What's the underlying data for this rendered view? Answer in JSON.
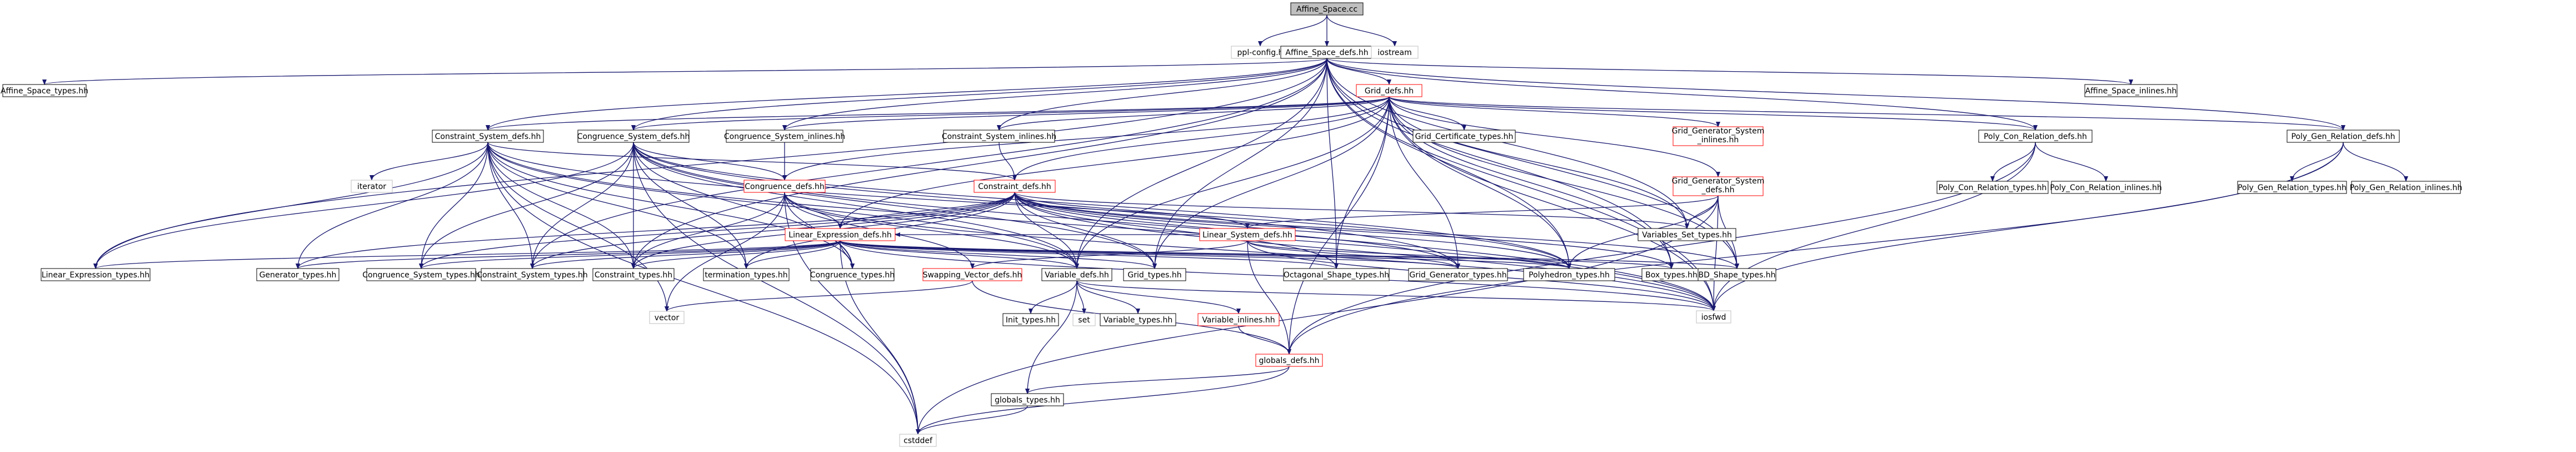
{
  "graph": {
    "colors": {
      "node_fill": "#ffffff",
      "node_border_black": "#000000",
      "node_border_red": "#ff0000",
      "node_border_gray": "#bfbfbf",
      "root_fill": "#bfbfbf",
      "edge": "#191970"
    },
    "nodes": [
      {
        "id": "root",
        "lines": [
          "Affine_Space.cc"
        ],
        "style": "root"
      },
      {
        "id": "pplconfig",
        "lines": [
          "ppl-config.h"
        ],
        "style": "gray"
      },
      {
        "id": "asdefs",
        "lines": [
          "Affine_Space_defs.hh"
        ],
        "style": "black"
      },
      {
        "id": "iostream",
        "lines": [
          "iostream"
        ],
        "style": "gray"
      },
      {
        "id": "astypes",
        "lines": [
          "Affine_Space_types.hh"
        ],
        "style": "black"
      },
      {
        "id": "asinlines",
        "lines": [
          "Affine_Space_inlines.hh"
        ],
        "style": "black"
      },
      {
        "id": "griddefs",
        "lines": [
          "Grid_defs.hh"
        ],
        "style": "red"
      },
      {
        "id": "csdefs",
        "lines": [
          "Constraint_System_defs.hh"
        ],
        "style": "black"
      },
      {
        "id": "cgsdefs",
        "lines": [
          "Congruence_System_defs.hh"
        ],
        "style": "black"
      },
      {
        "id": "cgsinl",
        "lines": [
          "Congruence_System_inlines.hh"
        ],
        "style": "black"
      },
      {
        "id": "csinl",
        "lines": [
          "Constraint_System_inlines.hh"
        ],
        "style": "black"
      },
      {
        "id": "gridcert",
        "lines": [
          "Grid_Certificate_types.hh"
        ],
        "style": "black"
      },
      {
        "id": "ggsinl",
        "lines": [
          "Grid_Generator_System",
          "_inlines.hh"
        ],
        "style": "red"
      },
      {
        "id": "ggsdefs",
        "lines": [
          "Grid_Generator_System",
          "_defs.hh"
        ],
        "style": "red"
      },
      {
        "id": "pcondefs",
        "lines": [
          "Poly_Con_Relation_defs.hh"
        ],
        "style": "black"
      },
      {
        "id": "pgendefs",
        "lines": [
          "Poly_Gen_Relation_defs.hh"
        ],
        "style": "black"
      },
      {
        "id": "pcontypes",
        "lines": [
          "Poly_Con_Relation_types.hh"
        ],
        "style": "black"
      },
      {
        "id": "pconinl",
        "lines": [
          "Poly_Con_Relation_inlines.hh"
        ],
        "style": "black"
      },
      {
        "id": "pgentypes",
        "lines": [
          "Poly_Gen_Relation_types.hh"
        ],
        "style": "black"
      },
      {
        "id": "pgeninl",
        "lines": [
          "Poly_Gen_Relation_inlines.hh"
        ],
        "style": "black"
      },
      {
        "id": "iterator",
        "lines": [
          "iterator"
        ],
        "style": "gray"
      },
      {
        "id": "cgdefs",
        "lines": [
          "Congruence_defs.hh"
        ],
        "style": "red"
      },
      {
        "id": "condefs",
        "lines": [
          "Constraint_defs.hh"
        ],
        "style": "red"
      },
      {
        "id": "vstypes",
        "lines": [
          "Variables_Set_types.hh"
        ],
        "style": "black"
      },
      {
        "id": "lsdefs",
        "lines": [
          "Linear_System_defs.hh"
        ],
        "style": "red"
      },
      {
        "id": "ledefs",
        "lines": [
          "Linear_Expression_defs.hh"
        ],
        "style": "red"
      },
      {
        "id": "letypes",
        "lines": [
          "Linear_Expression_types.hh"
        ],
        "style": "black"
      },
      {
        "id": "gentypes",
        "lines": [
          "Generator_types.hh"
        ],
        "style": "black"
      },
      {
        "id": "cgstypes",
        "lines": [
          "Congruence_System_types.hh"
        ],
        "style": "black"
      },
      {
        "id": "cstypes",
        "lines": [
          "Constraint_System_types.hh"
        ],
        "style": "black"
      },
      {
        "id": "contypes",
        "lines": [
          "Constraint_types.hh"
        ],
        "style": "black"
      },
      {
        "id": "termtypes",
        "lines": [
          "termination_types.hh"
        ],
        "style": "black"
      },
      {
        "id": "cgtypes",
        "lines": [
          "Congruence_types.hh"
        ],
        "style": "black"
      },
      {
        "id": "swapdefs",
        "lines": [
          "Swapping_Vector_defs.hh"
        ],
        "style": "red"
      },
      {
        "id": "vardefs",
        "lines": [
          "Variable_defs.hh"
        ],
        "style": "black"
      },
      {
        "id": "gridtypes",
        "lines": [
          "Grid_types.hh"
        ],
        "style": "black"
      },
      {
        "id": "octtypes",
        "lines": [
          "Octagonal_Shape_types.hh"
        ],
        "style": "black"
      },
      {
        "id": "ggtypes",
        "lines": [
          "Grid_Generator_types.hh"
        ],
        "style": "black"
      },
      {
        "id": "polytypes",
        "lines": [
          "Polyhedron_types.hh"
        ],
        "style": "black"
      },
      {
        "id": "boxtypes",
        "lines": [
          "Box_types.hh"
        ],
        "style": "black"
      },
      {
        "id": "bdtypes",
        "lines": [
          "BD_Shape_types.hh"
        ],
        "style": "black"
      },
      {
        "id": "iosfwd",
        "lines": [
          "iosfwd"
        ],
        "style": "gray"
      },
      {
        "id": "vector",
        "lines": [
          "vector"
        ],
        "style": "gray"
      },
      {
        "id": "inittypes",
        "lines": [
          "Init_types.hh"
        ],
        "style": "black"
      },
      {
        "id": "set",
        "lines": [
          "set"
        ],
        "style": "gray"
      },
      {
        "id": "vartypes",
        "lines": [
          "Variable_types.hh"
        ],
        "style": "black"
      },
      {
        "id": "varinl",
        "lines": [
          "Variable_inlines.hh"
        ],
        "style": "red"
      },
      {
        "id": "globdefs",
        "lines": [
          "globals_defs.hh"
        ],
        "style": "red"
      },
      {
        "id": "globtypes",
        "lines": [
          "globals_types.hh"
        ],
        "style": "black"
      },
      {
        "id": "cstddef",
        "lines": [
          "cstddef"
        ],
        "style": "gray"
      }
    ],
    "edges": [
      [
        "root",
        "pplconfig"
      ],
      [
        "root",
        "asdefs"
      ],
      [
        "root",
        "iostream"
      ],
      [
        "asdefs",
        "astypes"
      ],
      [
        "asdefs",
        "asinlines"
      ],
      [
        "asdefs",
        "griddefs"
      ],
      [
        "asdefs",
        "csdefs"
      ],
      [
        "asdefs",
        "cgsdefs"
      ],
      [
        "asdefs",
        "cgsinl"
      ],
      [
        "asdefs",
        "csinl"
      ],
      [
        "asdefs",
        "pcondefs"
      ],
      [
        "asdefs",
        "pgendefs"
      ],
      [
        "asdefs",
        "vardefs"
      ],
      [
        "asdefs",
        "octtypes"
      ],
      [
        "asdefs",
        "polytypes"
      ],
      [
        "asdefs",
        "boxtypes"
      ],
      [
        "asdefs",
        "bdtypes"
      ],
      [
        "asdefs",
        "iosfwd"
      ],
      [
        "asdefs",
        "letypes"
      ],
      [
        "asdefs",
        "vstypes"
      ],
      [
        "asdefs",
        "cstypes"
      ],
      [
        "asdefs",
        "contypes"
      ],
      [
        "asdefs",
        "gridtypes"
      ],
      [
        "griddefs",
        "csdefs"
      ],
      [
        "griddefs",
        "cgsdefs"
      ],
      [
        "griddefs",
        "cgsinl"
      ],
      [
        "griddefs",
        "csinl"
      ],
      [
        "griddefs",
        "gridcert"
      ],
      [
        "griddefs",
        "ggsinl"
      ],
      [
        "griddefs",
        "ggsdefs"
      ],
      [
        "griddefs",
        "pcondefs"
      ],
      [
        "griddefs",
        "pgendefs"
      ],
      [
        "griddefs",
        "vstypes"
      ],
      [
        "griddefs",
        "ledefs"
      ],
      [
        "griddefs",
        "vardefs"
      ],
      [
        "griddefs",
        "gridtypes"
      ],
      [
        "griddefs",
        "ggtypes"
      ],
      [
        "griddefs",
        "polytypes"
      ],
      [
        "griddefs",
        "boxtypes"
      ],
      [
        "griddefs",
        "bdtypes"
      ],
      [
        "griddefs",
        "iosfwd"
      ],
      [
        "griddefs",
        "globdefs"
      ],
      [
        "griddefs",
        "octtypes"
      ],
      [
        "griddefs",
        "cgdefs"
      ],
      [
        "griddefs",
        "condefs"
      ],
      [
        "pcondefs",
        "pcontypes"
      ],
      [
        "pcondefs",
        "pconinl"
      ],
      [
        "pcondefs",
        "iosfwd"
      ],
      [
        "pcondefs",
        "globdefs"
      ],
      [
        "pgendefs",
        "pgentypes"
      ],
      [
        "pgendefs",
        "pgeninl"
      ],
      [
        "pgendefs",
        "iosfwd"
      ],
      [
        "pgendefs",
        "globdefs"
      ],
      [
        "csdefs",
        "iterator"
      ],
      [
        "csdefs",
        "condefs"
      ],
      [
        "csdefs",
        "letypes"
      ],
      [
        "csdefs",
        "gentypes"
      ],
      [
        "csdefs",
        "cgstypes"
      ],
      [
        "csdefs",
        "cstypes"
      ],
      [
        "csdefs",
        "contypes"
      ],
      [
        "csdefs",
        "termtypes"
      ],
      [
        "csdefs",
        "cgtypes"
      ],
      [
        "csdefs",
        "vardefs"
      ],
      [
        "csdefs",
        "polytypes"
      ],
      [
        "csdefs",
        "iosfwd"
      ],
      [
        "csdefs",
        "cstddef"
      ],
      [
        "csdefs",
        "vector"
      ],
      [
        "cgsdefs",
        "cgdefs"
      ],
      [
        "cgsdefs",
        "letypes"
      ],
      [
        "cgsdefs",
        "cgstypes"
      ],
      [
        "cgsdefs",
        "cstypes"
      ],
      [
        "cgsdefs",
        "contypes"
      ],
      [
        "cgsdefs",
        "termtypes"
      ],
      [
        "cgsdefs",
        "cgtypes"
      ],
      [
        "cgsdefs",
        "vardefs"
      ],
      [
        "cgsdefs",
        "gridtypes"
      ],
      [
        "cgsdefs",
        "ggtypes"
      ],
      [
        "cgsdefs",
        "polytypes"
      ],
      [
        "cgsdefs",
        "iosfwd"
      ],
      [
        "cgsdefs",
        "cstddef"
      ],
      [
        "cgsinl",
        "cgdefs"
      ],
      [
        "csinl",
        "condefs"
      ],
      [
        "cgdefs",
        "ledefs"
      ],
      [
        "cgdefs",
        "contypes"
      ],
      [
        "cgdefs",
        "cgtypes"
      ],
      [
        "cgdefs",
        "vardefs"
      ],
      [
        "cgdefs",
        "iosfwd"
      ],
      [
        "cgdefs",
        "vector"
      ],
      [
        "cgdefs",
        "cstddef"
      ],
      [
        "cgdefs",
        "swapdefs"
      ],
      [
        "condefs",
        "lsdefs"
      ],
      [
        "condefs",
        "ledefs"
      ],
      [
        "condefs",
        "vardefs"
      ],
      [
        "condefs",
        "gentypes"
      ],
      [
        "condefs",
        "cstypes"
      ],
      [
        "condefs",
        "cgstypes"
      ],
      [
        "condefs",
        "contypes"
      ],
      [
        "condefs",
        "termtypes"
      ],
      [
        "condefs",
        "gridtypes"
      ],
      [
        "condefs",
        "octtypes"
      ],
      [
        "condefs",
        "polytypes"
      ],
      [
        "condefs",
        "boxtypes"
      ],
      [
        "condefs",
        "bdtypes"
      ],
      [
        "condefs",
        "iosfwd"
      ],
      [
        "condefs",
        "vstypes"
      ],
      [
        "condefs",
        "ggtypes"
      ],
      [
        "ggsdefs",
        "lsdefs"
      ],
      [
        "ggsdefs",
        "vstypes"
      ],
      [
        "ggsdefs",
        "polytypes"
      ],
      [
        "ggsdefs",
        "bdtypes"
      ],
      [
        "ggsdefs",
        "iosfwd"
      ],
      [
        "ggsdefs",
        "cstddef"
      ],
      [
        "lsdefs",
        "ledefs"
      ],
      [
        "lsdefs",
        "swapdefs"
      ],
      [
        "lsdefs",
        "polytypes"
      ],
      [
        "lsdefs",
        "ggtypes"
      ],
      [
        "lsdefs",
        "globdefs"
      ],
      [
        "lsdefs",
        "iosfwd"
      ],
      [
        "ledefs",
        "letypes"
      ],
      [
        "ledefs",
        "gentypes"
      ],
      [
        "ledefs",
        "cgstypes"
      ],
      [
        "ledefs",
        "cstypes"
      ],
      [
        "ledefs",
        "contypes"
      ],
      [
        "ledefs",
        "termtypes"
      ],
      [
        "ledefs",
        "cgtypes"
      ],
      [
        "ledefs",
        "vardefs"
      ],
      [
        "ledefs",
        "gridtypes"
      ],
      [
        "ledefs",
        "octtypes"
      ],
      [
        "ledefs",
        "ggtypes"
      ],
      [
        "ledefs",
        "polytypes"
      ],
      [
        "ledefs",
        "boxtypes"
      ],
      [
        "ledefs",
        "bdtypes"
      ],
      [
        "ledefs",
        "iosfwd"
      ],
      [
        "ledefs",
        "cstddef"
      ],
      [
        "swapdefs",
        "vector"
      ],
      [
        "swapdefs",
        "globdefs"
      ],
      [
        "vardefs",
        "inittypes"
      ],
      [
        "vardefs",
        "set"
      ],
      [
        "vardefs",
        "vartypes"
      ],
      [
        "vardefs",
        "varinl"
      ],
      [
        "vardefs",
        "globtypes"
      ],
      [
        "vardefs",
        "iosfwd"
      ],
      [
        "varinl",
        "globdefs"
      ],
      [
        "globdefs",
        "globtypes"
      ],
      [
        "globdefs",
        "cstddef"
      ],
      [
        "globtypes",
        "cstddef"
      ]
    ]
  }
}
